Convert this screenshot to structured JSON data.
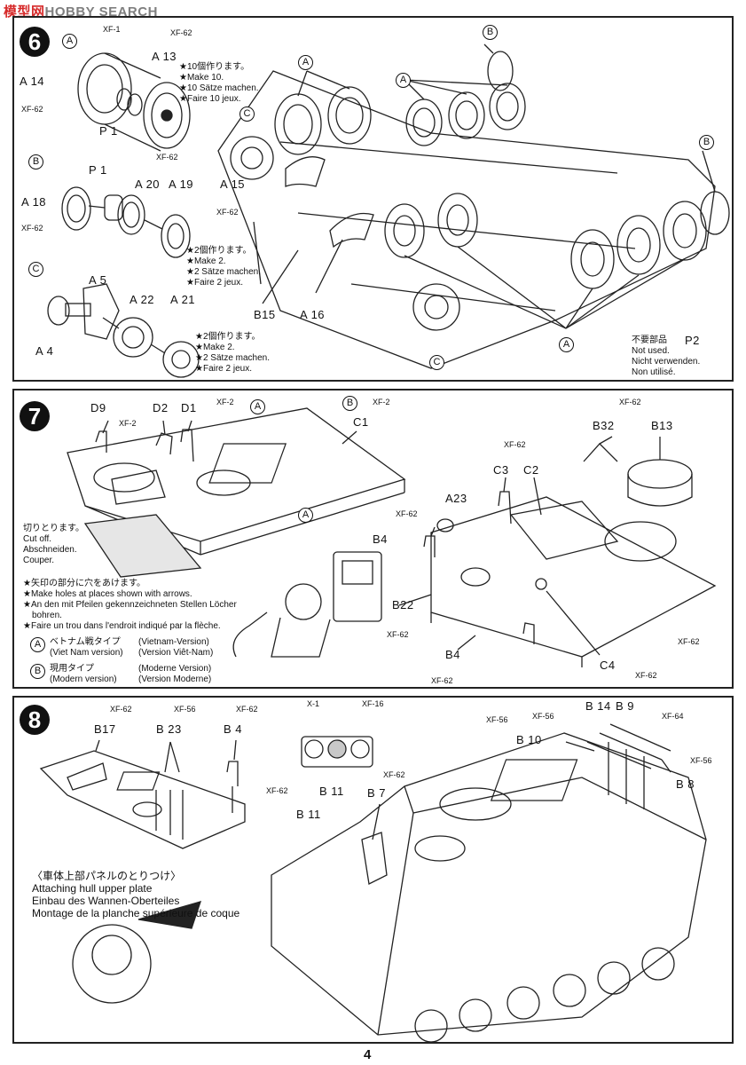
{
  "watermark": {
    "part1": "模型网",
    "part2": "HOBBY SEARCH"
  },
  "page_number": "4",
  "step6": {
    "number": "6",
    "sub_a": "A",
    "sub_b": "B",
    "sub_c": "C",
    "parts": {
      "xf1": "XF-1",
      "xf62_top": "XF-62",
      "a13": "A 13",
      "a14": "A 14",
      "xf62_a14": "XF-62",
      "p1": "P 1",
      "p1b": "P 1",
      "xf62_b": "XF-62",
      "a20": "A 20",
      "a19": "A 19",
      "a18": "A 18",
      "xf62_a18": "XF-62",
      "a5": "A 5",
      "a22": "A 22",
      "a21": "A 21",
      "a4": "A 4",
      "a15": "A 15",
      "xf62_a15": "XF-62",
      "b15": "B15",
      "a16": "A 16"
    },
    "note_a": [
      "★10個作ります。",
      "★Make 10.",
      "★10 Sätze machen.",
      "★Faire 10 jeux."
    ],
    "note_b": [
      "★2個作ります。",
      "★Make 2.",
      "★2 Sätze machen.",
      "★Faire 2 jeux."
    ],
    "note_c": [
      "★2個作ります。",
      "★Make 2.",
      "★2 Sätze machen.",
      "★Faire 2 jeux."
    ],
    "unused": [
      "不要部品",
      "Not used.",
      "Nicht verwenden.",
      "Non utilisé."
    ],
    "unused_part": "P2",
    "callout_a": "A",
    "callout_b": "B",
    "callout_c": "C"
  },
  "step7": {
    "number": "7",
    "parts": {
      "d9": "D9",
      "xf2_d9": "XF-2",
      "d2": "D2",
      "d1": "D1",
      "xf2_d1": "XF-2",
      "c1": "C1",
      "xf2_c1": "XF-2",
      "b32": "B32",
      "xf62_b32": "XF-62",
      "b13": "B13",
      "c3": "C3",
      "c2": "C2",
      "xf62_c": "XF-62",
      "a23": "A23",
      "xf62_a23": "XF-62",
      "b4": "B4",
      "b22": "B22",
      "xf62_b22": "XF-62",
      "b4b": "B4",
      "xf62_b4b": "XF-62",
      "xf62_right": "XF-62",
      "c4": "C4",
      "xf62_c4": "XF-62"
    },
    "cut_off": [
      "切りとります。",
      "Cut off.",
      "Abschneiden.",
      "Couper."
    ],
    "holes": [
      "★矢印の部分に穴をあけます。",
      "★Make holes at places shown with arrows.",
      "★An den mit Pfeilen gekennzeichneten Stellen Löcher",
      "bohren.",
      "★Faire un trou dans l'endroit indiqué par la flèche."
    ],
    "legend_a_jp": "ベトナム戦タイプ",
    "legend_a_en": "(Viet Nam version)",
    "legend_a_de": "(Vietnam-Version)",
    "legend_a_fr": "(Version Viêt-Nam)",
    "legend_b_jp": "現用タイプ",
    "legend_b_en": "(Modern version)",
    "legend_b_de": "(Moderne Version)",
    "legend_b_fr": "(Version Moderne)"
  },
  "step8": {
    "number": "8",
    "parts": {
      "xf62_b17": "XF-62",
      "b17": "B17",
      "xf56_b23": "XF-56",
      "b23": "B 23",
      "xf62_b4": "XF-62",
      "b4": "B 4",
      "x1": "X-1",
      "xf16": "XF-16",
      "b11": "B 11",
      "xf62_b7": "XF-62",
      "b7": "B 7",
      "xf62_b11b": "XF-62",
      "b11b": "B 11",
      "xf56a": "XF-56",
      "xf56b": "XF-56",
      "b14": "B 14",
      "b9": "B 9",
      "xf64": "XF-64",
      "b10": "B 10",
      "xf56c": "XF-56",
      "b8": "B 8"
    },
    "hull": [
      "〈車体上部パネルのとりつけ〉",
      "Attaching hull upper plate",
      "Einbau des Wannen-Oberteiles",
      "Montage de la planche supérieure de coque"
    ]
  }
}
